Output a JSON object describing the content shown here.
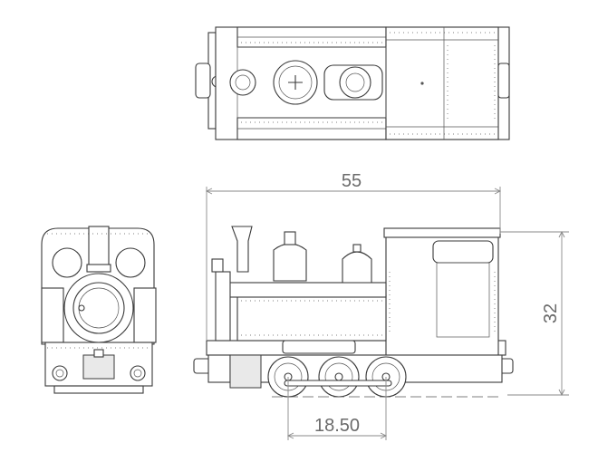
{
  "dimensions": {
    "overall_length": "55",
    "height": "32",
    "wheelbase": "18.50"
  },
  "colors": {
    "line": "#3a3a3a",
    "dimension": "#8a8a8a",
    "dimension_text": "#6b6b6b",
    "background": "#ffffff"
  }
}
